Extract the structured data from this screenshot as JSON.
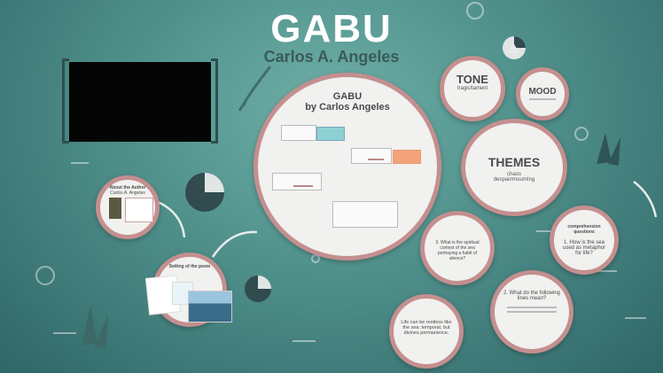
{
  "title": "GABU",
  "author": "Carlos A. Angeles",
  "main": {
    "title": "GABU",
    "byline": "by Carlos Angeles"
  },
  "tone": {
    "title": "TONE",
    "value": "tragic/lament"
  },
  "mood": {
    "title": "MOOD"
  },
  "themes": {
    "title": "THEMES",
    "line1": "chaos",
    "line2": "despair/mourning"
  },
  "about": {
    "title": "About the Author",
    "name": "Carlos A. Angeles"
  },
  "setting": {
    "title": "Setting of the poem"
  },
  "questions": {
    "header": "comprehension questions",
    "q1": "1. How is the sea used as metaphor for life?",
    "q2": "2. What do the following lines mean?",
    "q3": "3. What is the spiritual context of the sea portraying a habit of silence?"
  },
  "life": {
    "text": "Life can be restless like the sea: temporal, but divines permanence."
  },
  "colors": {
    "circle_border": "#c48f8f",
    "background": "#4f8f8a"
  }
}
